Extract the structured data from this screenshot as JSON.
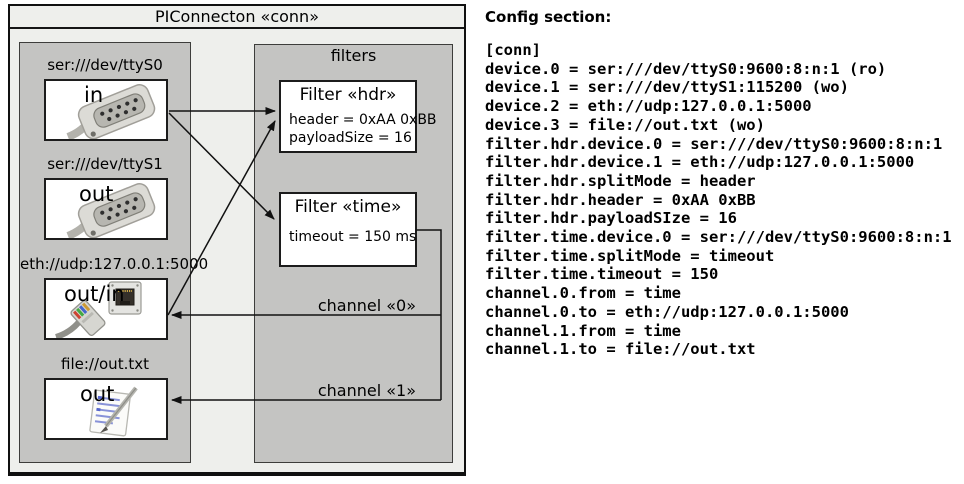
{
  "diagram": {
    "title": "PIConnecton «conn»",
    "devices": [
      {
        "label": "ser:///dev/ttyS0",
        "port": "in",
        "icon": "serial-connector-icon"
      },
      {
        "label": "ser:///dev/ttyS1",
        "port": "out",
        "icon": "serial-connector-icon"
      },
      {
        "label": "eth://udp:127.0.0.1:5000",
        "port": "out/in",
        "icon": "ethernet-connector-icon"
      },
      {
        "label": "file://out.txt",
        "port": "out",
        "icon": "text-file-icon"
      }
    ],
    "filters": {
      "title": "filters",
      "items": [
        {
          "title": "Filter «hdr»",
          "properties": [
            "header = 0xAA 0xBB",
            "payloadSize = 16"
          ]
        },
        {
          "title": "Filter «time»",
          "properties": [
            "timeout = 150 ms"
          ]
        }
      ]
    },
    "channels": [
      "channel «0»",
      "channel «1»"
    ]
  },
  "config": {
    "heading": "Config section:",
    "lines": [
      "[conn]",
      "device.0 = ser:///dev/ttyS0:9600:8:n:1 (ro)",
      "device.1 = ser:///dev/ttyS1:115200 (wo)",
      "device.2 = eth://udp:127.0.0.1:5000",
      "device.3 = file://out.txt (wo)",
      "filter.hdr.device.0 = ser:///dev/ttyS0:9600:8:n:1",
      "filter.hdr.device.1 = eth://udp:127.0.0.1:5000",
      "filter.hdr.splitMode = header",
      "filter.hdr.header = 0xAA 0xBB",
      "filter.hdr.payloadSIze = 16",
      "filter.time.device.0 = ser:///dev/ttyS0:9600:8:n:1",
      "filter.time.splitMode = timeout",
      "filter.time.timeout = 150",
      "channel.0.from = time",
      "channel.0.to = eth://udp:127.0.0.1:5000",
      "channel.1.from = time",
      "channel.1.to = file://out.txt"
    ]
  },
  "colors": {
    "outer_fill": "#eeefec",
    "container_fill": "#c4c4c2",
    "box_fill": "#ffffff",
    "border": "#101010",
    "line": "#111111",
    "text": "#000000"
  }
}
